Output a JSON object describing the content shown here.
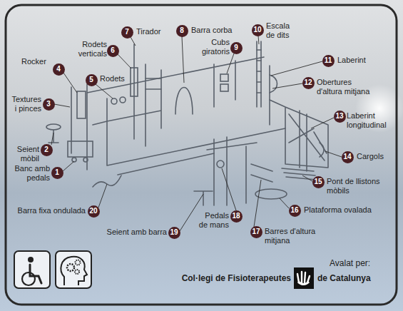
{
  "diagram": {
    "nodes": [
      {
        "text": [
          "1"
        ]
      },
      {
        "text": [
          "2"
        ]
      },
      {
        "text": [
          "3"
        ]
      },
      {
        "text": [
          "4"
        ]
      },
      {
        "text": [
          "5"
        ]
      },
      {
        "text": [
          "6"
        ]
      },
      {
        "text": [
          "7"
        ]
      },
      {
        "text": [
          "8"
        ]
      },
      {
        "text": [
          "9"
        ]
      },
      {
        "text": [
          "10"
        ]
      },
      {
        "text": [
          "11"
        ]
      },
      {
        "text": [
          "12"
        ]
      },
      {
        "text": [
          "13"
        ]
      },
      {
        "text": [
          "14"
        ]
      },
      {
        "text": [
          "15"
        ]
      },
      {
        "text": [
          "16"
        ]
      },
      {
        "text": [
          "17"
        ]
      },
      {
        "text": [
          "18"
        ]
      },
      {
        "text": [
          "19"
        ]
      },
      {
        "text": [
          "20"
        ]
      }
    ],
    "labels": [
      "Banc amb pedals",
      "Seient mòbil",
      "Textures i pinces",
      "Rocker",
      "Rodets",
      "Rodets verticals",
      "Tirador",
      "Barra corba",
      "Cubs giratoris",
      "Escala de dits",
      "Laberint",
      "Obertures d'altura mitjana",
      "Laberint longitudinal",
      "Cargols",
      "Pont de llistons mòbils",
      "Plataforma ovalada",
      "Barres d'altura mitjana",
      "Pedals de mans",
      "Seient amb barra",
      "Barra fixa ondulada",
      "Avalat per:",
      "Col·legi de Fisioterapeutes",
      "de Catalunya"
    ]
  }
}
